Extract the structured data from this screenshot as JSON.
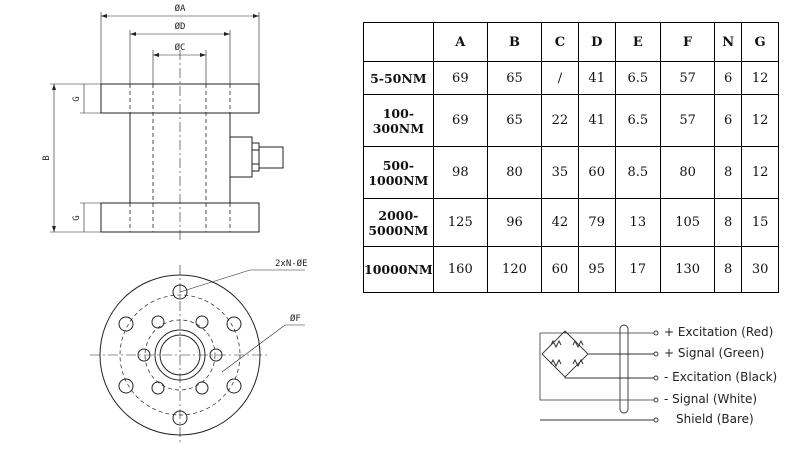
{
  "dimension_labels": {
    "dia_a": "ØA",
    "dia_d": "ØD",
    "dia_c": "ØC",
    "b": "B",
    "g_top": "G",
    "g_bottom": "G",
    "holes": "2xN-ØE",
    "dia_f": "ØF"
  },
  "table": {
    "headers": [
      "",
      "A",
      "B",
      "C",
      "D",
      "E",
      "F",
      "N",
      "G"
    ],
    "rows": [
      {
        "model": [
          "5-50NM"
        ],
        "values": [
          "69",
          "65",
          "/",
          "41",
          "6.5",
          "57",
          "6",
          "12"
        ]
      },
      {
        "model": [
          "100-",
          "300NM"
        ],
        "values": [
          "69",
          "65",
          "22",
          "41",
          "6.5",
          "57",
          "6",
          "12"
        ]
      },
      {
        "model": [
          "500-",
          "1000NM"
        ],
        "values": [
          "98",
          "80",
          "35",
          "60",
          "8.5",
          "80",
          "8",
          "12"
        ]
      },
      {
        "model": [
          "2000-",
          "5000NM"
        ],
        "values": [
          "125",
          "96",
          "42",
          "79",
          "13",
          "105",
          "8",
          "15"
        ]
      },
      {
        "model": [
          "10000NM"
        ],
        "values": [
          "160",
          "120",
          "60",
          "95",
          "17",
          "130",
          "8",
          "30"
        ]
      }
    ]
  },
  "wiring": [
    {
      "label": "+ Excitation (Red)"
    },
    {
      "label": "+ Signal (Green)"
    },
    {
      "label": "- Excitation (Black)"
    },
    {
      "label": "- Signal (White)"
    },
    {
      "label": "Shield (Bare)"
    }
  ]
}
